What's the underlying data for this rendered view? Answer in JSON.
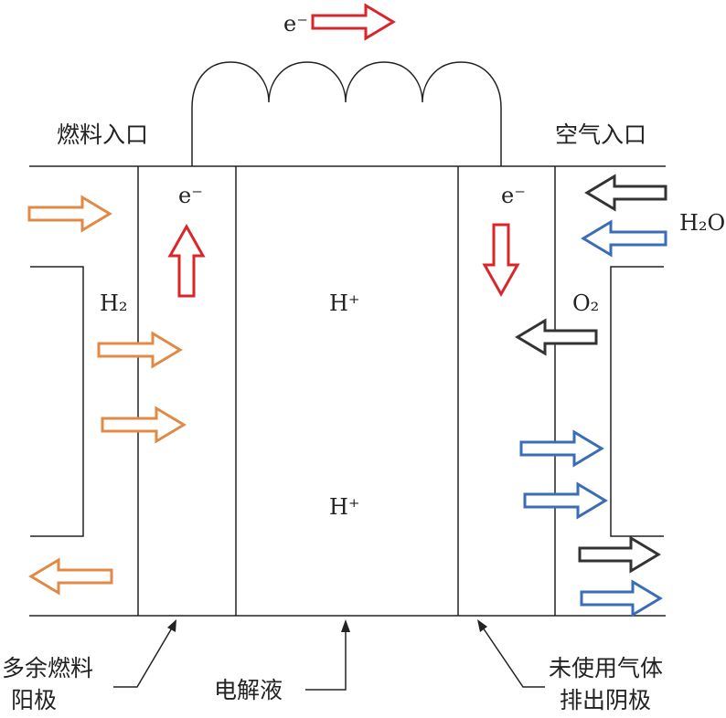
{
  "labels": {
    "fuel_inlet": "燃料入口",
    "air_inlet": "空气入口",
    "electron_top": "e⁻",
    "electron_anode": "e⁻",
    "electron_cathode": "e⁻",
    "hydrogen": "H₂",
    "oxygen": "O₂",
    "water": "H₂O",
    "proton_upper": "H⁺",
    "proton_lower": "H⁺",
    "anode_line1": "多余燃料",
    "anode_line2": "阳极",
    "electrolyte": "电解液",
    "cathode_line1": "未使用气体",
    "cathode_line2": "排出阴极"
  },
  "colors": {
    "line": "#222222",
    "electron_arrow": "#d9262b",
    "fuel_arrow": "#e08a45",
    "water_arrow": "#3a6db5",
    "oxygen_arrow": "#333333"
  }
}
